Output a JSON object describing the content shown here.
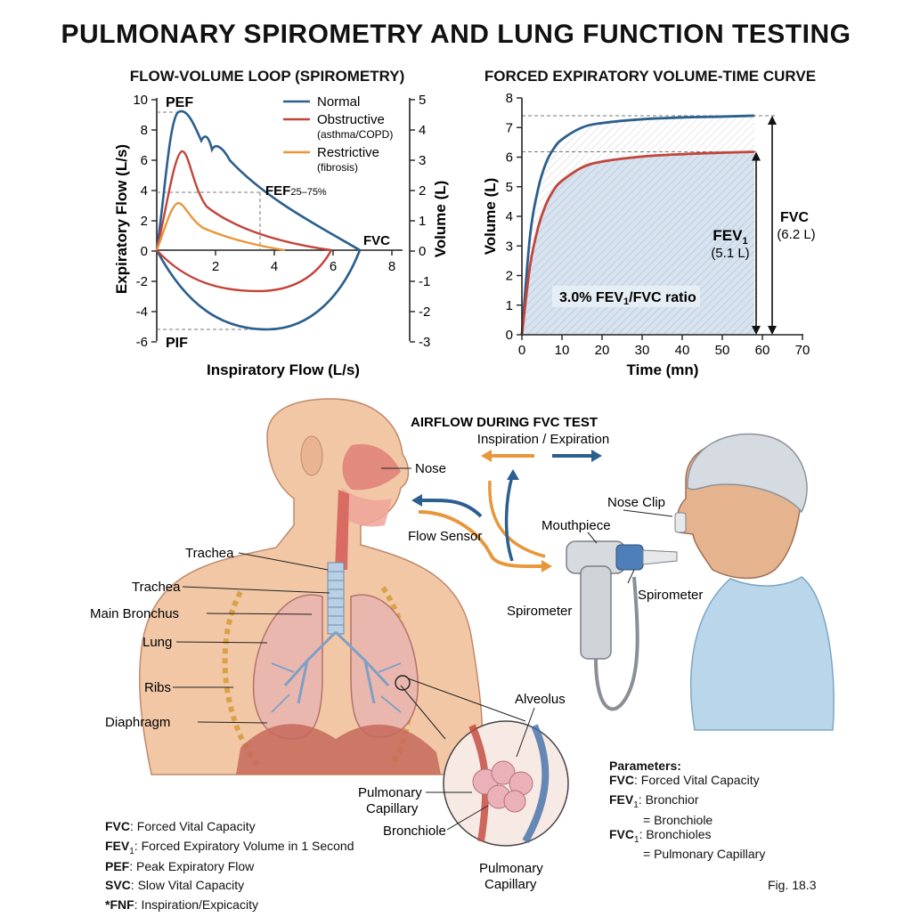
{
  "title": "PULMONARY SPIROMETRY AND LUNG FUNCTION TESTING",
  "colors": {
    "normal": "#2b5f8e",
    "obstructive": "#c2453a",
    "restrictive": "#e8973a",
    "fill": "#c9d9ea",
    "skin": "#f1c7a6",
    "lung": "#e9b7ae"
  },
  "flow_volume": {
    "title": "FLOW-VOLUME LOOP (SPIROMETRY)",
    "ylabel": "Expiratory Flow (L/s)",
    "xlabel": "Inspiratory Flow (L/s)",
    "ylabel_right": "Volume (L)",
    "y_ticks": [
      "10",
      "8",
      "6",
      "4",
      "2",
      "0",
      "-2",
      "-4",
      "-6"
    ],
    "x_ticks": [
      "2",
      "4",
      "6",
      "8"
    ],
    "right_ticks": [
      "5",
      "4",
      "3",
      "2",
      "1",
      "0",
      "-1",
      "-2",
      "-3"
    ],
    "pef": "PEF",
    "pif": "PIF",
    "fef": "FEF",
    "fef_sub": "25–75%",
    "fvc": "FVC",
    "legend": [
      {
        "label": "Normal",
        "sub": ""
      },
      {
        "label": "Obstructive",
        "sub": "(asthma/COPD)"
      },
      {
        "label": "Restrictive",
        "sub": "(fibrosis)"
      }
    ]
  },
  "chart_data": {
    "type": "line",
    "title": "FORCED EXPIRATORY VOLUME-TIME CURVE",
    "xlabel": "Time (mn)",
    "ylabel": "Volume (L)",
    "xlim": [
      0,
      70
    ],
    "ylim": [
      0,
      8
    ],
    "x_ticks": [
      "0",
      "10",
      "20",
      "30",
      "40",
      "50",
      "60",
      "70"
    ],
    "y_ticks": [
      "0",
      "1",
      "2",
      "3",
      "4",
      "5",
      "6",
      "7",
      "8"
    ],
    "series": [
      {
        "x": [
          0,
          2,
          4,
          6,
          8,
          10,
          15,
          20,
          30,
          40,
          50,
          58
        ],
        "y": [
          0,
          3.3,
          4.9,
          5.8,
          6.3,
          6.6,
          7.0,
          7.15,
          7.28,
          7.34,
          7.37,
          7.4
        ]
      },
      {
        "x": [
          0,
          2,
          4,
          6,
          8,
          10,
          15,
          20,
          30,
          40,
          50,
          58
        ],
        "y": [
          0,
          2.3,
          3.6,
          4.4,
          4.9,
          5.2,
          5.65,
          5.85,
          6.02,
          6.1,
          6.15,
          6.18
        ]
      }
    ],
    "fev_label": "FEV",
    "fev_sub": "1",
    "fev_value": "(5.1 L)",
    "fvc_label": "FVC",
    "fvc_value": "(6.2 L)",
    "ratio_text": "3.0% FEV",
    "ratio_sub": "1",
    "ratio_tail": "/FVC ratio"
  },
  "illustration": {
    "airflow_title": "AIRFLOW DURING FVC TEST",
    "airflow_sub": "Inspiration / Expiration",
    "labels": {
      "nose": "Nose",
      "flow_sensor": "Flow Sensor",
      "mouthpiece": "Mouthpiece",
      "nose_clip": "Nose Clip",
      "spirometer_right": "Spirometer",
      "spirometer_left": "Spirometer",
      "trachea1": "Trachea",
      "trachea2": "Trachea",
      "main_bronchus": "Main Bronchus",
      "lung": "Lung",
      "ribs": "Ribs",
      "diaphragm": "Diaphragm",
      "alveolus": "Alveolus",
      "pulm_cap1": "Pulmonary",
      "pulm_cap1b": "Capillary",
      "bronchiole": "Bronchiole",
      "pulm_cap2": "Pulmonary",
      "pulm_cap2b": "Capillary"
    }
  },
  "definitions": [
    {
      "abbr": "FVC",
      "sub": "",
      "text": ": Forced Vital Capacity"
    },
    {
      "abbr": "FEV",
      "sub": "1",
      "text": ": Forced Expiratory Volume in 1 Second"
    },
    {
      "abbr": "PEF",
      "sub": "",
      "text": ": Peak Expiratory Flow"
    },
    {
      "abbr": "SVC",
      "sub": "",
      "text": ": Slow Vital Capacity"
    },
    {
      "abbr": "*FNF",
      "sub": "",
      "text": ": Inspiration/Expicacity"
    }
  ],
  "parameters": {
    "title": "Parameters:",
    "rows": [
      {
        "abbr": "FVC",
        "sub": "",
        "text": ": Forced Vital Capacity"
      },
      {
        "abbr": "FEV",
        "sub": "1",
        "text": ": Bronchior"
      },
      {
        "abbr": "",
        "sub": "",
        "text": "= Bronchiole"
      },
      {
        "abbr": "FVC",
        "sub": "1",
        "text": ": Bronchioles"
      },
      {
        "abbr": "",
        "sub": "",
        "text": "= Pulmonary Capillary"
      }
    ]
  },
  "fig": "Fig. 18.3"
}
